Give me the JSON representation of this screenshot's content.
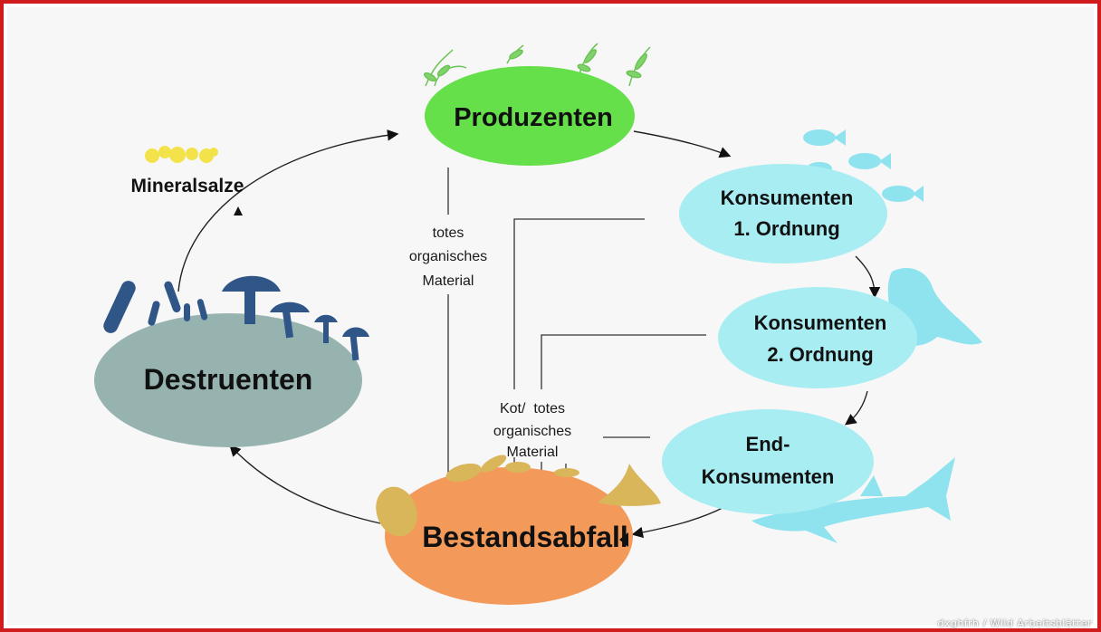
{
  "nodes": {
    "produzenten": "Produzenten",
    "konsumenten1_line1": "Konsumenten",
    "konsumenten1_line2": "1. Ordnung",
    "konsumenten2_line1": "Konsumenten",
    "konsumenten2_line2": "2. Ordnung",
    "endkonsumenten_line1": "End-",
    "endkonsumenten_line2": "Konsumenten",
    "bestandsabfall": "Bestandsabfall",
    "destruenten": "Destruenten",
    "mineralsalze": "Mineralsalze"
  },
  "edge_labels": {
    "totes_line1": "totes",
    "totes_line2": "organisches",
    "totes_line3": "Material",
    "kot_line1": "Kot/  totes",
    "kot_line2": "organisches",
    "kot_line3": "Material"
  },
  "colors": {
    "frame": "#d01c1c",
    "produzenten": "#66e04a",
    "konsumenten": "#a8edf2",
    "bestandsabfall": "#f39a5a",
    "destruenten": "#96b3b0",
    "fish": "#8fe3ee",
    "mushroom": "#2f5687",
    "leaf": "#d9b65a",
    "mineral": "#f4e24a"
  },
  "icons": [
    "plants-icon",
    "fish-icon",
    "seal-icon",
    "shark-icon",
    "mushroom-icon",
    "bacteria-icon",
    "leaf-icon",
    "mineral-crystals-icon"
  ],
  "watermark": "dxghfrh / Wild Arbeitsblätter"
}
